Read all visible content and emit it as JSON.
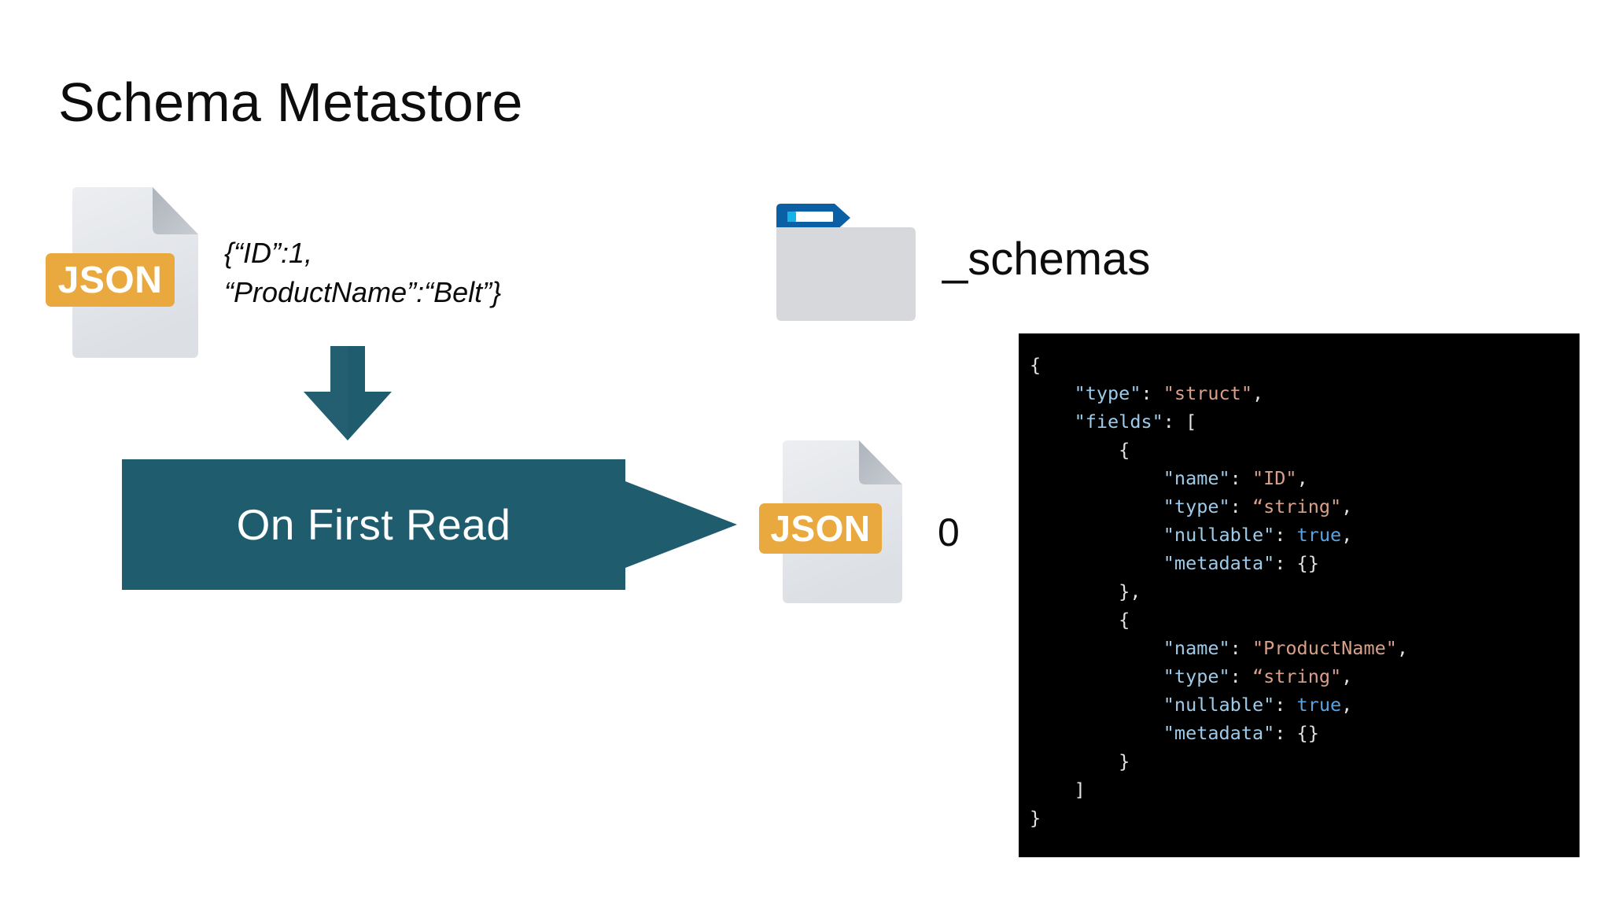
{
  "slide": {
    "title": "Schema Metastore",
    "background_color": "#ffffff"
  },
  "colors": {
    "teal": "#1f5c6d",
    "teal_dark": "#1a4e5d",
    "json_badge_amber": "#E9A93E",
    "folder_tab_blue": "#0A5FA5",
    "folder_accent_cyan": "#14B4E8",
    "file_body_gray": "#e0e2e6",
    "file_fold_gray": "#b7bcc3",
    "code_background": "#000000",
    "code_key": "#9ecbea",
    "code_string": "#d8a08a",
    "code_bool": "#5aa2e0",
    "code_punct": "#e2e2e2"
  },
  "source_file": {
    "icon": "json-file-icon",
    "badge_label": "JSON",
    "record_line_1": "{“ID”:1,",
    "record_line_2": "“ProductName”:“Belt”}"
  },
  "folder": {
    "icon": "folder-icon",
    "label": "_schemas"
  },
  "process": {
    "down_arrow_icon": "arrow-down-icon",
    "banner_label": "On First Read",
    "right_arrow_icon": "arrow-right-icon"
  },
  "schema_file": {
    "icon": "json-file-icon",
    "badge_label": "JSON",
    "version_label": "0"
  },
  "code": {
    "language": "json",
    "lines": [
      [
        {
          "t": "{",
          "c": "punct"
        }
      ],
      [
        {
          "t": "    ",
          "c": "punct"
        },
        {
          "t": "\"type\"",
          "c": "key"
        },
        {
          "t": ": ",
          "c": "punct"
        },
        {
          "t": "\"struct\"",
          "c": "str"
        },
        {
          "t": ",",
          "c": "punct"
        }
      ],
      [
        {
          "t": "    ",
          "c": "punct"
        },
        {
          "t": "\"fields\"",
          "c": "key"
        },
        {
          "t": ": [",
          "c": "punct"
        }
      ],
      [
        {
          "t": "        {",
          "c": "punct"
        }
      ],
      [
        {
          "t": "            ",
          "c": "punct"
        },
        {
          "t": "\"name\"",
          "c": "key"
        },
        {
          "t": ": ",
          "c": "punct"
        },
        {
          "t": "\"ID\"",
          "c": "str"
        },
        {
          "t": ",",
          "c": "punct"
        }
      ],
      [
        {
          "t": "            ",
          "c": "punct"
        },
        {
          "t": "\"type\"",
          "c": "key"
        },
        {
          "t": ": ",
          "c": "punct"
        },
        {
          "t": "“string\"",
          "c": "str"
        },
        {
          "t": ",",
          "c": "punct"
        }
      ],
      [
        {
          "t": "            ",
          "c": "punct"
        },
        {
          "t": "\"nullable\"",
          "c": "key"
        },
        {
          "t": ": ",
          "c": "punct"
        },
        {
          "t": "true",
          "c": "bool"
        },
        {
          "t": ",",
          "c": "punct"
        }
      ],
      [
        {
          "t": "            ",
          "c": "punct"
        },
        {
          "t": "\"metadata\"",
          "c": "key"
        },
        {
          "t": ": {}",
          "c": "punct"
        }
      ],
      [
        {
          "t": "        },",
          "c": "punct"
        }
      ],
      [
        {
          "t": "        {",
          "c": "punct"
        }
      ],
      [
        {
          "t": "            ",
          "c": "punct"
        },
        {
          "t": "\"name\"",
          "c": "key"
        },
        {
          "t": ": ",
          "c": "punct"
        },
        {
          "t": "\"ProductName\"",
          "c": "str"
        },
        {
          "t": ",",
          "c": "punct"
        }
      ],
      [
        {
          "t": "            ",
          "c": "punct"
        },
        {
          "t": "\"type\"",
          "c": "key"
        },
        {
          "t": ": ",
          "c": "punct"
        },
        {
          "t": "“string\"",
          "c": "str"
        },
        {
          "t": ",",
          "c": "punct"
        }
      ],
      [
        {
          "t": "            ",
          "c": "punct"
        },
        {
          "t": "\"nullable\"",
          "c": "key"
        },
        {
          "t": ": ",
          "c": "punct"
        },
        {
          "t": "true",
          "c": "bool"
        },
        {
          "t": ",",
          "c": "punct"
        }
      ],
      [
        {
          "t": "            ",
          "c": "punct"
        },
        {
          "t": "\"metadata\"",
          "c": "key"
        },
        {
          "t": ": {}",
          "c": "punct"
        }
      ],
      [
        {
          "t": "        }",
          "c": "punct"
        }
      ],
      [
        {
          "t": "    ]",
          "c": "punct"
        }
      ],
      [
        {
          "t": "}",
          "c": "punct"
        }
      ]
    ]
  }
}
